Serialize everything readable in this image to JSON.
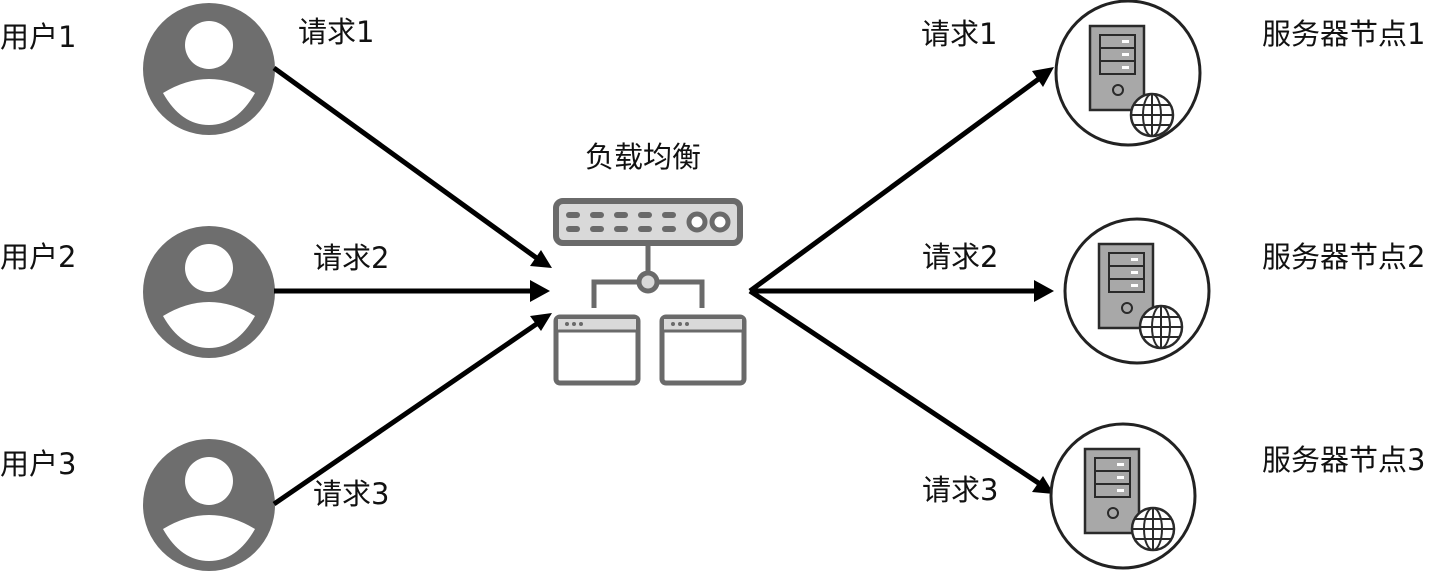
{
  "users": [
    {
      "label": "用户1",
      "request": "请求1"
    },
    {
      "label": "用户2",
      "request": "请求2"
    },
    {
      "label": "用户3",
      "request": "请求3"
    }
  ],
  "load_balancer": {
    "label": "负载均衡"
  },
  "servers": [
    {
      "label": "服务器节点1",
      "request": "请求1"
    },
    {
      "label": "服务器节点2",
      "request": "请求2"
    },
    {
      "label": "服务器节点3",
      "request": "请求3"
    }
  ],
  "colors": {
    "avatar": "#6e6e6e",
    "arrow": "#000000",
    "lb_stroke": "#6a6a6a",
    "lb_fill": "#d9d9d9",
    "server_fill": "#a8a8a8",
    "server_stroke": "#2a2a2a"
  }
}
